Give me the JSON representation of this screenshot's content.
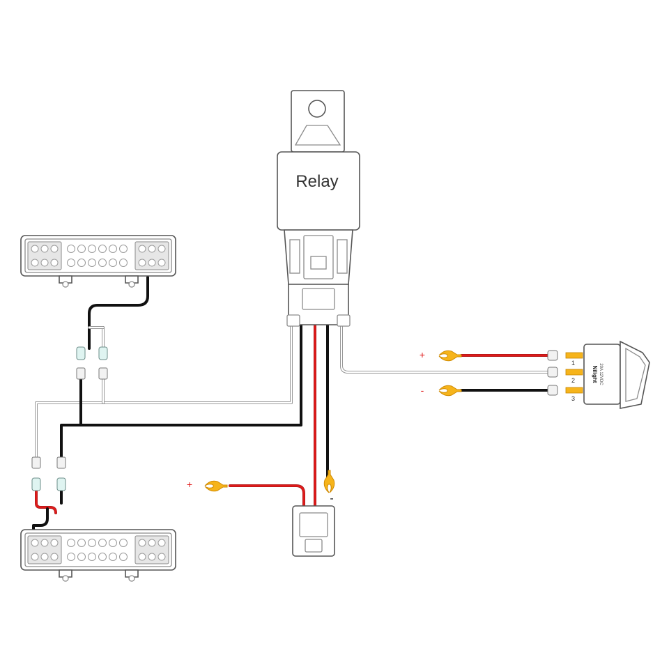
{
  "relay": {
    "label": "Relay"
  },
  "lugs": [
    {
      "id": "switch-positive",
      "sign": "+"
    },
    {
      "id": "switch-negative",
      "sign": "-"
    },
    {
      "id": "battery-positive",
      "sign": "+"
    },
    {
      "id": "battery-negative",
      "sign": "-"
    }
  ],
  "switch": {
    "brand": "Nilight",
    "rating": "20A 12VDC",
    "pins": [
      "1",
      "2",
      "3"
    ]
  },
  "colors": {
    "wire_black": "#111111",
    "wire_red": "#e01b1b",
    "wire_white": "#ffffff",
    "lug": "#f6b41b",
    "connector_tint": "#dff4f1",
    "outline": "#555555"
  }
}
